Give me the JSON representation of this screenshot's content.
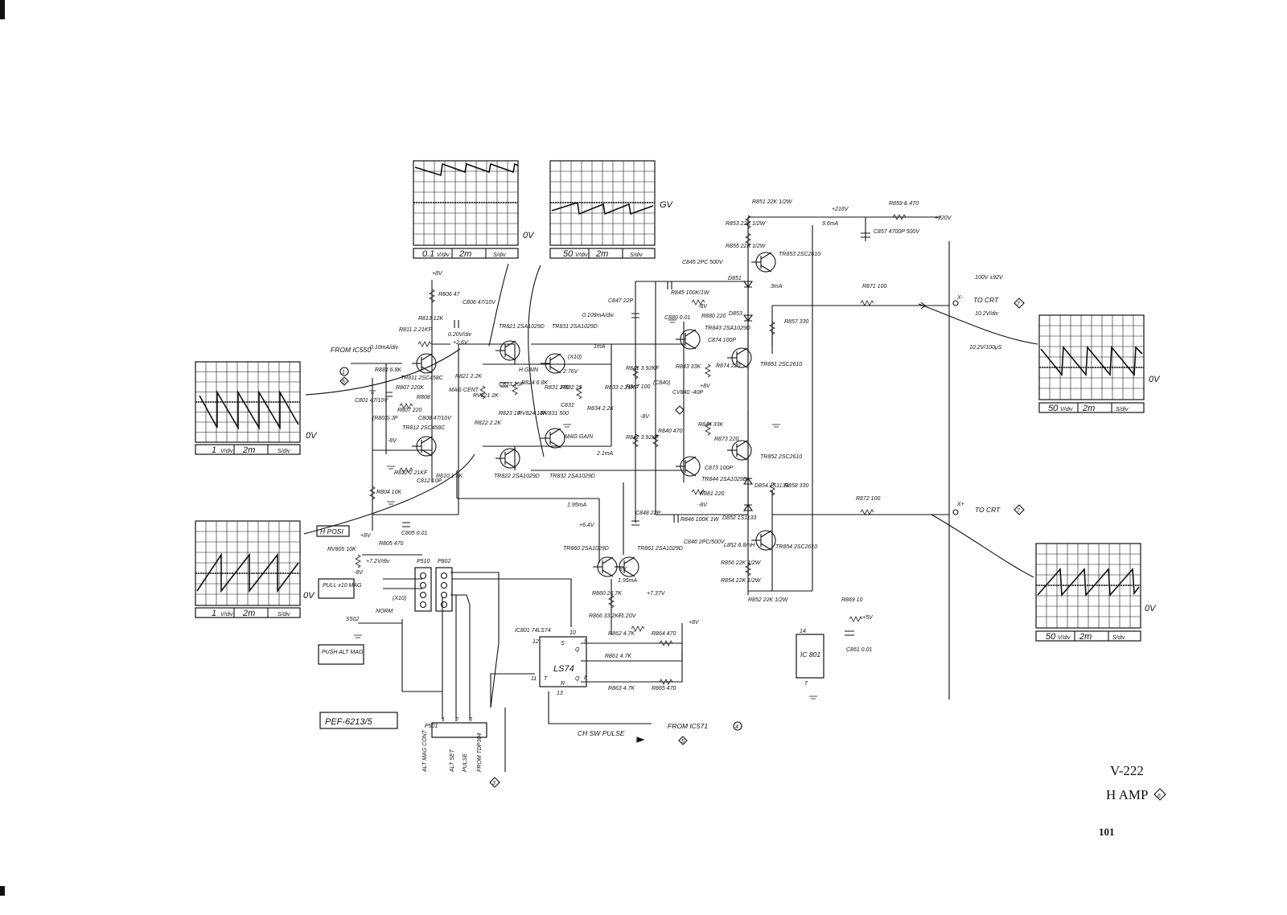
{
  "doc": {
    "model": "V-222",
    "section": "H AMP",
    "section_num": "6",
    "page_number": "101"
  },
  "scopes": [
    {
      "id": "sc-input",
      "volts": "1",
      "vunit": "V/div",
      "time": "2m",
      "tunit": "S/div",
      "ref": "0V",
      "wave": "sawtooth-down"
    },
    {
      "id": "sc-hpos",
      "volts": "1",
      "vunit": "V/div",
      "time": "2m",
      "tunit": "S/div",
      "ref": "0V",
      "wave": "sawtooth-up"
    },
    {
      "id": "sc-tr811",
      "volts": "0.1",
      "vunit": "V/div",
      "time": "2m",
      "tunit": "S/div",
      "ref": "0V",
      "wave": "sawtooth-down-top"
    },
    {
      "id": "sc-collector",
      "volts": "50",
      "vunit": "V/div",
      "time": "2m",
      "tunit": "S/div",
      "ref": "GV",
      "wave": "sawtooth-up-top"
    },
    {
      "id": "sc-xminus",
      "volts": "50",
      "vunit": "V/div",
      "time": "2m",
      "tunit": "S/div",
      "ref": "0V",
      "wave": "sawtooth-down-mid"
    },
    {
      "id": "sc-xplus",
      "volts": "50",
      "vunit": "V/div",
      "time": "2m",
      "tunit": "S/div",
      "ref": "0V",
      "wave": "sawtooth-up-mid"
    }
  ],
  "labels": {
    "from_ic550": "FROM IC550",
    "ic550_marker": "1",
    "ic550_sub": "5",
    "in_level": "0.10mA/div",
    "tr811_level": "0.20V/div",
    "tr811_v": "+2.6V",
    "plus8v_top": "+8V",
    "r806": "R806 47",
    "c806": "C806 47/10V",
    "r813": "R813 12K",
    "r811": "R811 2.21KF",
    "r881": "R881 6.8K",
    "tr811": "TR811 2SC458C",
    "r807": "R807 220K",
    "r807b": "R807 220",
    "c801": "C801 47/10V",
    "r803": "(R803) JP",
    "r808": "R808",
    "c808": "C808 47/10V",
    "tr812": "TR812 2SC458C",
    "minus8v_a": "-8V",
    "r812": "R812 2.21KF",
    "c812": "C812 10P",
    "r810": "R810 1.3K",
    "r804": "R804 10K",
    "c805": "C805 0.01",
    "h_posi": "H POSI",
    "plus8v_b": "+8V",
    "rv805": "RV805 10K",
    "r805": "R805 470",
    "pos_level": "+7.2V/div",
    "minus8v_b": "-8V",
    "pull_x10": "PULL x10 MAG",
    "x10": "(X10)",
    "norm": "NORM",
    "p510": "P510",
    "p802": "P802",
    "s502": "S502",
    "push_alt": "PUSH ALT MAG",
    "pef": "PEF-6213/5",
    "p501": "P501",
    "pin1": "1",
    "pin2": "2",
    "pin3": "3",
    "alt_mag_cont": "ALT MAG CONT",
    "alt_set": "ALT SET",
    "pulse": "PULSE",
    "from_tdp": "FROM TDP304",
    "tdp_marker": "3",
    "ch_sw": "CH SW PULSE",
    "from_ic571": "FROM IC571",
    "ic571_marker": "4",
    "ic571_sub": "5",
    "tr821": "TR821 2SA1029D",
    "tr822": "TR822 2SA1029D",
    "tr831": "TR831 2SA1029D",
    "tr832": "TR832 2SA1029D",
    "h_gain": "H GAIN",
    "mag_cent": "MAG CENT",
    "rv821": "RV821 2K",
    "r821": "R821 2.2K",
    "r822": "R822 2.2K",
    "c823": "C823 15P",
    "r823": "R823 10",
    "r824": "R824 6.8K",
    "rv824": "RV824 10K",
    "x10b": "(X10)",
    "v276": "2.76V",
    "r831": "R831 270",
    "r832": "R832 22",
    "rv831": "RV831 500",
    "c831": "C831",
    "mag_gain": "MAG GAIN",
    "r834": "R834 2.2K",
    "r833": "R833 2.21KF",
    "i_1ma": "1mA",
    "i_21ma": "2.1mA",
    "i_195ma": "1.95mA",
    "v64": "+6.4V",
    "c847": "C847 22P",
    "lvl_109": "0.109mA/div",
    "r841": "R841 3.92KF",
    "r847": "R847 100",
    "c840": "(C840)",
    "cv840": "CV840 -40P",
    "minus8v_c": "-8V",
    "r842": "R842 3.92KF",
    "r840": "R840 470",
    "c848": "C848 22P",
    "c845": "C845 2PC 500V",
    "r845": "R845 100K/1W",
    "minus8v_d": "-8V",
    "c880": "C880 0.01",
    "r880": "R880 220",
    "tr843": "TR843 2SA1029D",
    "c874": "C874 100P",
    "r874": "R874 220",
    "r843": "R843 33K",
    "plus8v_c": "+8V",
    "r844": "R844 33K",
    "r873": "R873 220",
    "c873": "C873 100P",
    "tr844": "TR844 2SA1029D",
    "r881b": "R881 220",
    "minus8v_e": "-8V",
    "r846": "R846 100K 1W",
    "c846": "C846 2PC/500V",
    "r851": "R851 22K 1/2W",
    "r853": "R853 22K 1/2W",
    "r855": "R855 22K 1/2W",
    "tr853": "TR853 2SC2610",
    "d851": "D851",
    "i_3ma": "3mA",
    "d853": "D853",
    "r857": "R857 330",
    "tr851": "TR851 2SC2610",
    "tr852": "TR852 2SC2610",
    "d854": "D854 1S1133",
    "r858": "R858 330",
    "d852": "D852 1S1133",
    "tr854": "TR854 2SC2610",
    "l852": "L852 6.8mH",
    "r856": "R856 22K 1/2W",
    "r854": "R854 22K 1/2W",
    "r852": "R852 22K 1/2W",
    "v216": "+216V",
    "r859": "R859 & 470",
    "plus220": "+220V",
    "i_96ma": "9.6mA",
    "c857": "C857 4700P 500V",
    "r871": "R871 100",
    "r872": "R872 100",
    "v100": "100V ±92V",
    "xminus": "X-",
    "to_crt": "TO CRT",
    "crt_marker": "7",
    "lvl_102": "10.2V/div",
    "lvl_102b": "10.2V/100μS",
    "xplus": "X+",
    "to_crt2": "TO CRT",
    "crt_marker2": "7",
    "tr860": "TR860 2SA1029D",
    "tr861": "TR861 2SA1029D",
    "v8": "8V",
    "i_195mb": "1.95mA",
    "v737": "+7.37V",
    "r860": "R860 26.7K",
    "r866": "R866 33.2KF",
    "v120": "+1.20V",
    "ic801": "IC801 74LS74",
    "ls74": "LS74",
    "ff_s": "S",
    "ff_q": "Q",
    "ff_t": "T",
    "ff_r": "R",
    "ff_qb": "Q",
    "p10": "10",
    "p12": "12",
    "p9": "9",
    "p11": "11",
    "p8": "8",
    "p13": "13",
    "r862": "R862 4.7K",
    "r861": "R861 4.7K",
    "r863": "R863 4.7K",
    "r864": "R864 470",
    "r865": "R865 470",
    "plus8v_d": "+8V",
    "r869": "R869 10",
    "plus5v": "+5V",
    "c861": "C861 0.01",
    "ic_box": "IC 801",
    "p14": "14",
    "p7": "7"
  }
}
